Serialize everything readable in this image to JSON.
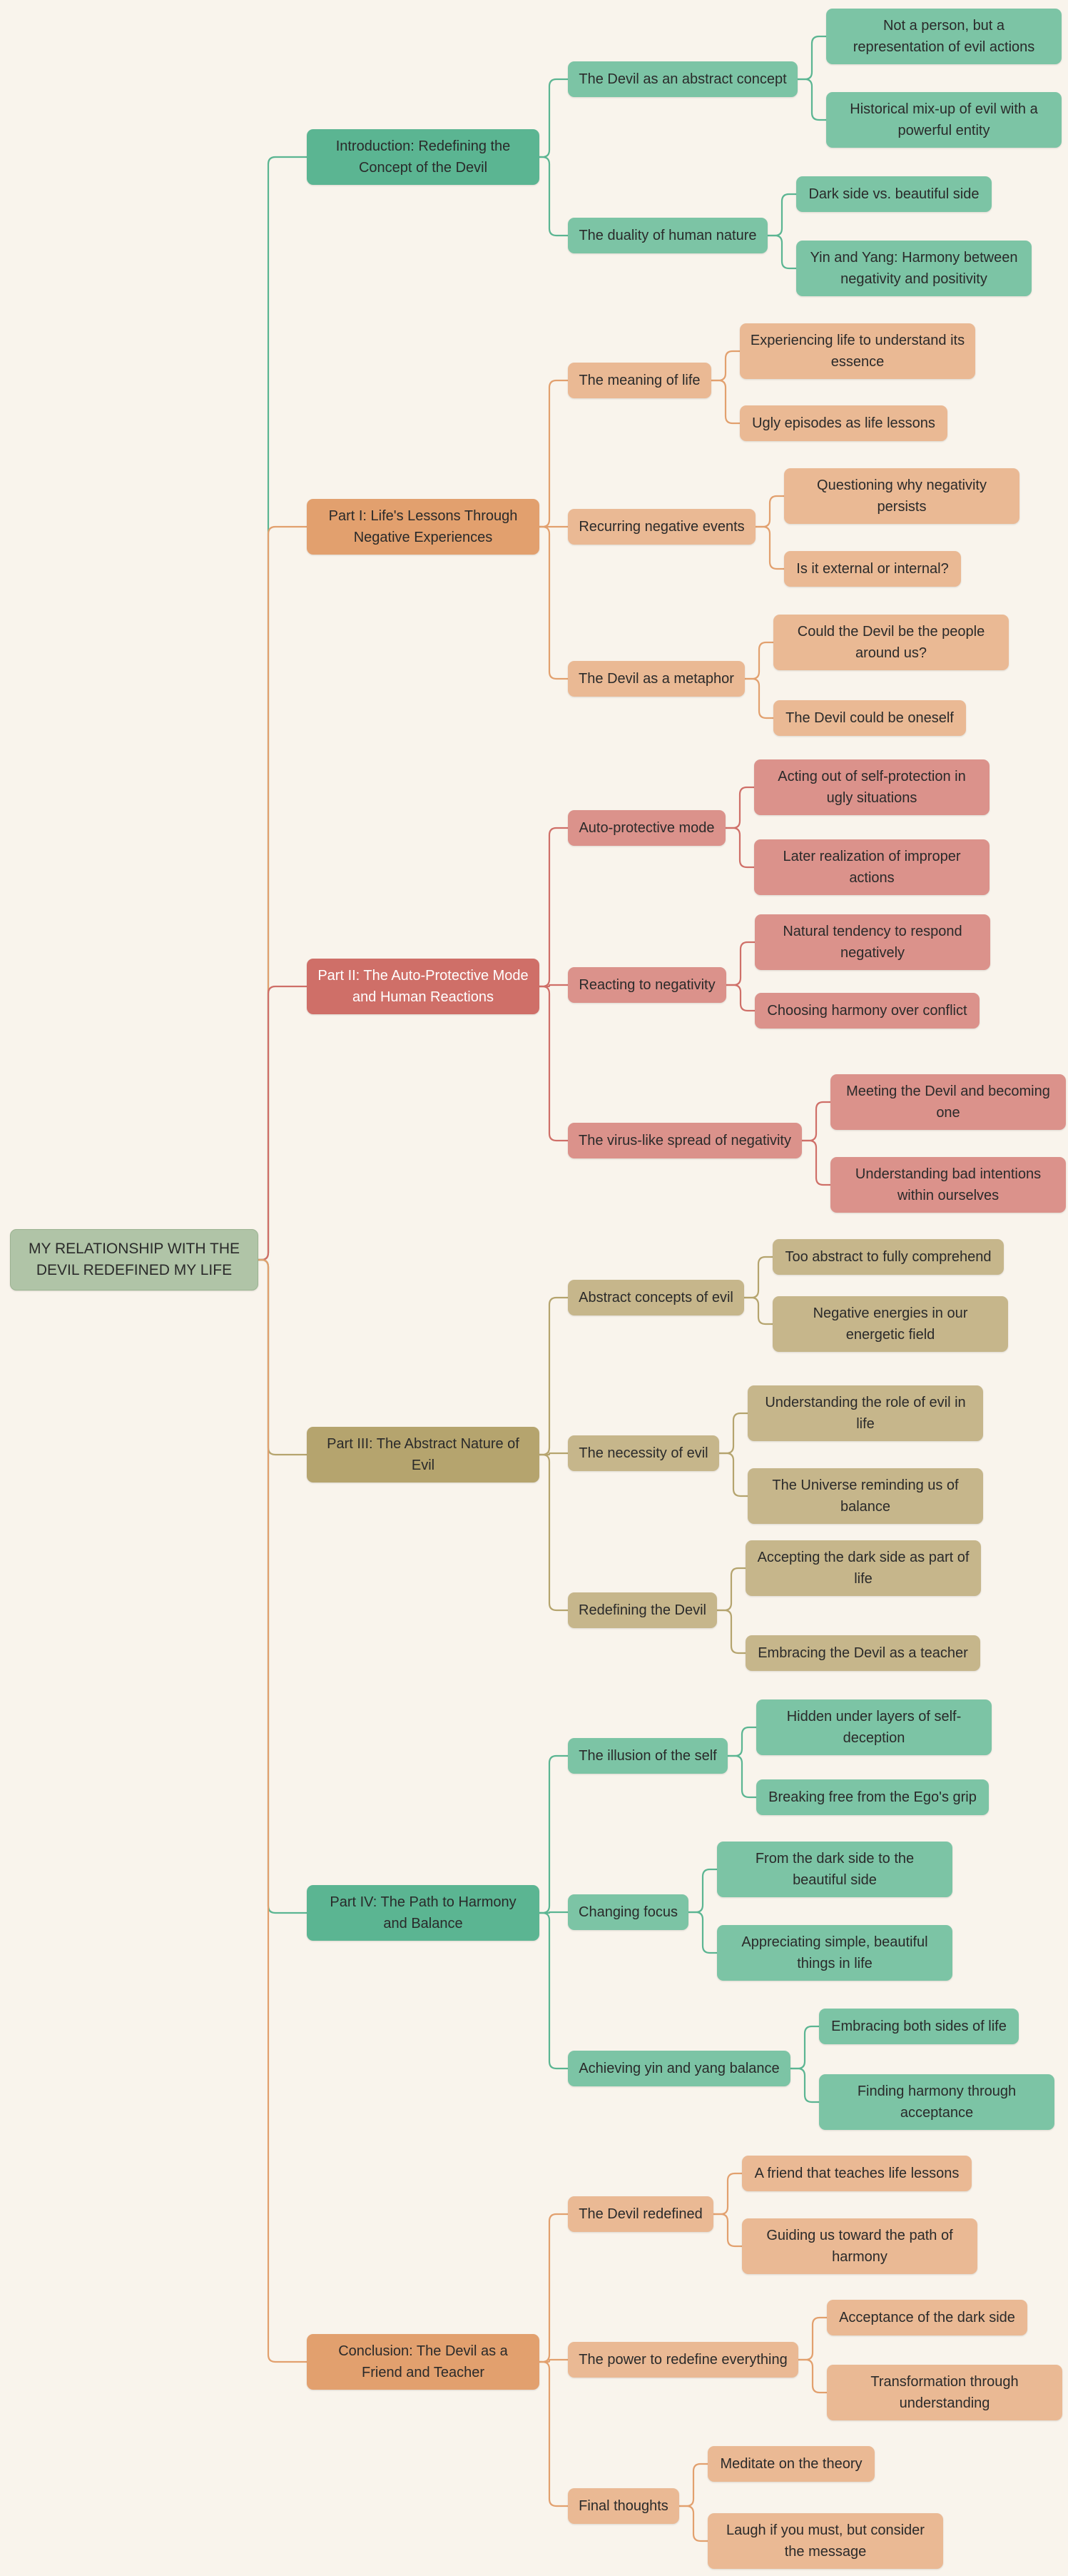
{
  "colors": {
    "background": "#f9f4ec",
    "root_fill": "#b0c4a7",
    "root_border": "#9bb391"
  },
  "root": {
    "label": "MY RELATIONSHIP WITH THE DEVIL REDEFINED MY LIFE"
  },
  "branches": [
    {
      "label": "Introduction: Redefining the Concept of the Devil",
      "fill": "#5bb592",
      "sub_fill": "#7cc4a5",
      "leaf_fill": "#7cc4a5",
      "line": "#5bb592",
      "children": [
        {
          "label": "The Devil as an abstract concept",
          "children": [
            "Not a person, but a representation of evil actions",
            "Historical mix-up of evil with a powerful entity"
          ]
        },
        {
          "label": "The duality of human nature",
          "children": [
            "Dark side vs. beautiful side",
            "Yin and Yang: Harmony between negativity and positivity"
          ]
        }
      ]
    },
    {
      "label": "Part I: Life's Lessons Through Negative Experiences",
      "fill": "#e2a06e",
      "sub_fill": "#eab994",
      "leaf_fill": "#eab994",
      "line": "#e2a06e",
      "children": [
        {
          "label": "The meaning of life",
          "children": [
            "Experiencing life to understand its essence",
            "Ugly episodes as life lessons"
          ]
        },
        {
          "label": "Recurring negative events",
          "children": [
            "Questioning why negativity persists",
            "Is it external or internal?"
          ]
        },
        {
          "label": "The Devil as a metaphor",
          "children": [
            "Could the Devil be the people around us?",
            "The Devil could be oneself"
          ]
        }
      ]
    },
    {
      "label": "Part II: The Auto-Protective Mode and Human Reactions",
      "fill": "#cf6f68",
      "sub_fill": "#db928b",
      "leaf_fill": "#db928b",
      "line": "#cf6f68",
      "light_text": true,
      "children": [
        {
          "label": "Auto-protective mode",
          "children": [
            "Acting out of self-protection in ugly situations",
            "Later realization of improper actions"
          ]
        },
        {
          "label": "Reacting to negativity",
          "children": [
            "Natural tendency to respond negatively",
            "Choosing harmony over conflict"
          ]
        },
        {
          "label": "The virus-like spread of negativity",
          "children": [
            "Meeting the Devil and becoming one",
            "Understanding bad intentions within ourselves"
          ]
        }
      ]
    },
    {
      "label": "Part III: The Abstract Nature of Evil",
      "fill": "#b5a46e",
      "sub_fill": "#c6b68b",
      "leaf_fill": "#c6b68b",
      "line": "#b5a46e",
      "children": [
        {
          "label": "Abstract concepts of evil",
          "children": [
            "Too abstract to fully comprehend",
            "Negative energies in our energetic field"
          ]
        },
        {
          "label": "The necessity of evil",
          "children": [
            "Understanding the role of evil in life",
            "The Universe reminding us of balance"
          ]
        },
        {
          "label": "Redefining the Devil",
          "children": [
            "Accepting the dark side as part of life",
            "Embracing the Devil as a teacher"
          ]
        }
      ]
    },
    {
      "label": "Part IV: The Path to Harmony and Balance",
      "fill": "#5bb592",
      "sub_fill": "#7cc4a5",
      "leaf_fill": "#7cc4a5",
      "line": "#5bb592",
      "children": [
        {
          "label": "The illusion of the self",
          "children": [
            "Hidden under layers of self-deception",
            "Breaking free from the Ego's grip"
          ]
        },
        {
          "label": "Changing focus",
          "children": [
            "From the dark side to the beautiful side",
            "Appreciating simple, beautiful things in life"
          ]
        },
        {
          "label": "Achieving yin and yang balance",
          "children": [
            "Embracing both sides of life",
            "Finding harmony through acceptance"
          ]
        }
      ]
    },
    {
      "label": "Conclusion: The Devil as a Friend and Teacher",
      "fill": "#e2a06e",
      "sub_fill": "#eab994",
      "leaf_fill": "#eab994",
      "line": "#e2a06e",
      "children": [
        {
          "label": "The Devil redefined",
          "children": [
            "A friend that teaches life lessons",
            "Guiding us toward the path of harmony"
          ]
        },
        {
          "label": "The power to redefine everything",
          "children": [
            "Acceptance of the dark side",
            "Transformation through understanding"
          ]
        },
        {
          "label": "Final thoughts",
          "children": [
            "Meditate on the theory",
            "Laugh if you must, but consider the message"
          ]
        }
      ]
    }
  ]
}
